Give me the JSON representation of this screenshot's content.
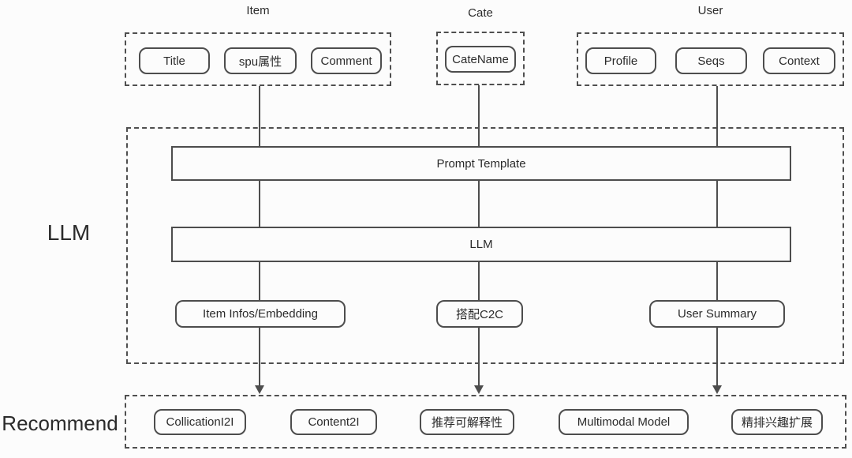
{
  "top": {
    "item": {
      "label": "Item",
      "nodes": [
        "Title",
        "spu属性",
        "Comment"
      ]
    },
    "cate": {
      "label": "Cate",
      "nodes": [
        "CateName"
      ]
    },
    "user": {
      "label": "User",
      "nodes": [
        "Profile",
        "Seqs",
        "Context"
      ]
    }
  },
  "llm": {
    "section_label": "LLM",
    "prompt_bar": "Prompt Template",
    "llm_bar": "LLM",
    "outputs": [
      "Item Infos/Embedding",
      "搭配C2C",
      "User Summary"
    ]
  },
  "recommend": {
    "section_label": "Recommend",
    "nodes": [
      "CollicationI2I",
      "Content2I",
      "推荐可解释性",
      "Multimodal Model",
      "精排兴趣扩展"
    ]
  },
  "colors": {
    "border": "#4d4d4d",
    "dashed_border": "#4f4f4f",
    "text": "#2b2b2b",
    "background": "#fcfcfc"
  }
}
